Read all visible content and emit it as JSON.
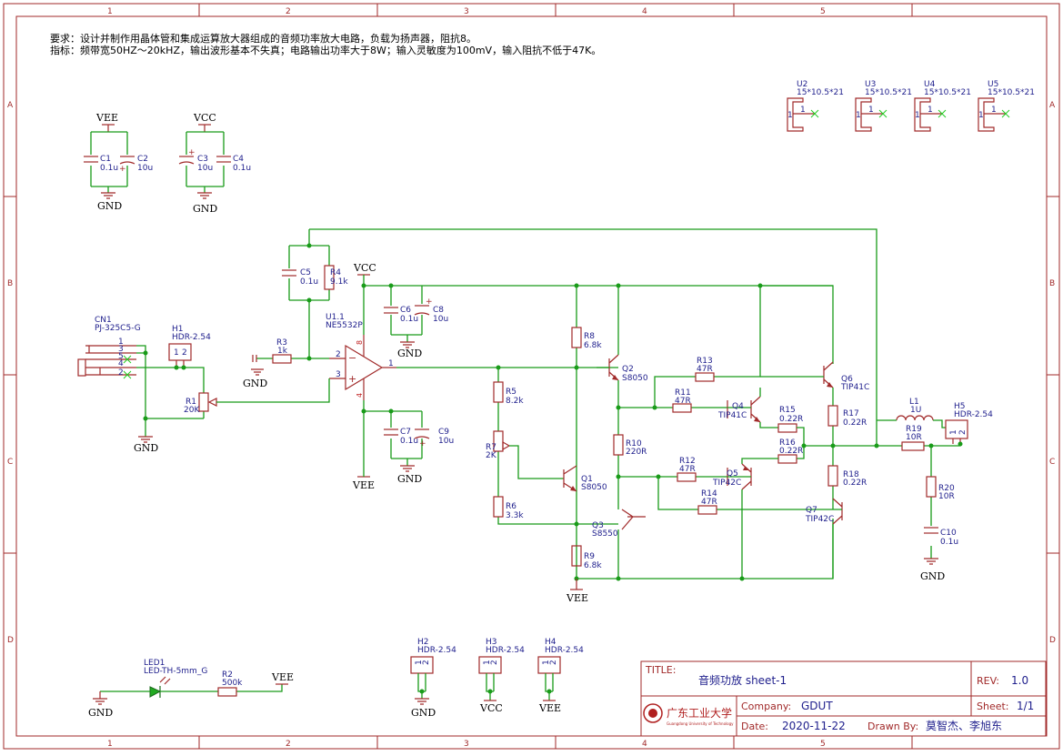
{
  "requirements": {
    "line1": "要求：设计并制作用晶体管和集成运算放大器组成的音频功率放大电路，负载为扬声器，阻抗8。",
    "line2": "指标：频带宽50HZ～20kHZ，输出波形基本不失真；电路输出功率大于8W；输入灵敏度为100mV，输入阻抗不低于47K。"
  },
  "zones": {
    "cols": [
      "1",
      "2",
      "3",
      "4",
      "5"
    ],
    "rows": [
      "A",
      "B",
      "C",
      "D"
    ]
  },
  "nets": {
    "vee": "VEE",
    "vcc": "VCC",
    "gnd": "GND"
  },
  "components": {
    "c1": {
      "ref": "C1",
      "val": "0.1u"
    },
    "c2": {
      "ref": "C2",
      "val": "10u"
    },
    "c3": {
      "ref": "C3",
      "val": "10u"
    },
    "c4": {
      "ref": "C4",
      "val": "0.1u"
    },
    "c5": {
      "ref": "C5",
      "val": "0.1u"
    },
    "r4": {
      "ref": "R4",
      "val": "9.1k"
    },
    "c6": {
      "ref": "C6",
      "val": "0.1u"
    },
    "c8": {
      "ref": "C8",
      "val": "10u"
    },
    "c7": {
      "ref": "C7",
      "val": "0.1u"
    },
    "c9": {
      "ref": "C9",
      "val": "10u"
    },
    "u1": {
      "ref": "U1.1",
      "val": "NE5532P"
    },
    "cn1": {
      "ref": "CN1",
      "val": "PJ-325C5-G"
    },
    "h1": {
      "ref": "H1",
      "val": "HDR-2.54"
    },
    "r1": {
      "ref": "R1",
      "val": "20K"
    },
    "r3": {
      "ref": "R3",
      "val": "1k"
    },
    "r8": {
      "ref": "R8",
      "val": "6.8k"
    },
    "q2": {
      "ref": "Q2",
      "val": "S8050"
    },
    "r5": {
      "ref": "R5",
      "val": "8.2k"
    },
    "r7": {
      "ref": "R7",
      "val": "2K"
    },
    "r6": {
      "ref": "R6",
      "val": "3.3k"
    },
    "q1": {
      "ref": "Q1",
      "val": "S8050"
    },
    "q3": {
      "ref": "Q3",
      "val": "S8550"
    },
    "r9": {
      "ref": "R9",
      "val": "6.8k"
    },
    "r10": {
      "ref": "R10",
      "val": "220R"
    },
    "r13": {
      "ref": "R13",
      "val": "47R"
    },
    "r11": {
      "ref": "R11",
      "val": "47R"
    },
    "q4": {
      "ref": "Q4",
      "val": "TIP41C"
    },
    "q6": {
      "ref": "Q6",
      "val": "TIP41C"
    },
    "r15": {
      "ref": "R15",
      "val": "0.22R"
    },
    "r16": {
      "ref": "R16",
      "val": "0.22R"
    },
    "r17": {
      "ref": "R17",
      "val": "0.22R"
    },
    "r18": {
      "ref": "R18",
      "val": "0.22R"
    },
    "r12": {
      "ref": "R12",
      "val": "47R"
    },
    "r14": {
      "ref": "R14",
      "val": "47R"
    },
    "q5": {
      "ref": "Q5",
      "val": "TIP42C"
    },
    "q7": {
      "ref": "Q7",
      "val": "TIP42C"
    },
    "l1": {
      "ref": "L1",
      "val": "1U"
    },
    "h5": {
      "ref": "H5",
      "val": "HDR-2.54"
    },
    "r19": {
      "ref": "R19",
      "val": "10R"
    },
    "r20": {
      "ref": "R20",
      "val": "10R"
    },
    "c10": {
      "ref": "C10",
      "val": "0.1u"
    },
    "u2": {
      "ref": "U2",
      "val": "15*10.5*21"
    },
    "u3": {
      "ref": "U3",
      "val": "15*10.5*21"
    },
    "u4": {
      "ref": "U4",
      "val": "15*10.5*21"
    },
    "u5": {
      "ref": "U5",
      "val": "15*10.5*21"
    },
    "led1": {
      "ref": "LED1",
      "val": "LED-TH-5mm_G"
    },
    "r2": {
      "ref": "R2",
      "val": "500k"
    },
    "h2": {
      "ref": "H2",
      "val": "HDR-2.54"
    },
    "h3": {
      "ref": "H3",
      "val": "HDR-2.54"
    },
    "h4": {
      "ref": "H4",
      "val": "HDR-2.54"
    }
  },
  "pins": {
    "p1": "1",
    "p2": "2",
    "p3": "3",
    "p4": "4",
    "p5": "5",
    "p8": "8",
    "minus": "−",
    "plus": "+"
  },
  "titleblock": {
    "title_label": "TITLE:",
    "title_value": "音频功放 sheet-1",
    "rev_label": "REV:",
    "rev_value": "1.0",
    "company_label": "Company:",
    "company_value": "GDUT",
    "sheet_label": "Sheet:",
    "sheet_value": "1/1",
    "date_label": "Date:",
    "date_value": "2020-11-22",
    "drawn_label": "Drawn By:",
    "drawn_value": "莫智杰、李旭东",
    "logo_cn": "广东工业大学",
    "logo_en": "Guangdong University of Technology"
  }
}
